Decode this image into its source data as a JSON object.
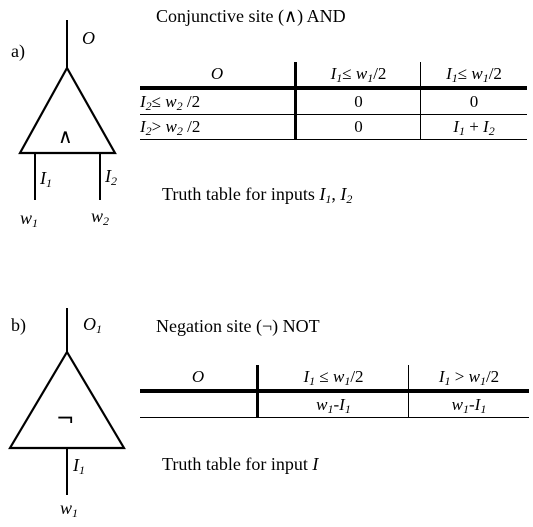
{
  "panel_a": {
    "label": "a)",
    "output": "O",
    "symbol": "∧",
    "input_names": [
      "I",
      "I"
    ],
    "input_subs": [
      "1",
      "2"
    ],
    "weight_names": [
      "w",
      "w"
    ],
    "weight_subs": [
      "1",
      "2"
    ],
    "title": "Conjunctive site (∧) AND",
    "caption_prefix": "Truth table for inputs ",
    "caption_i1": "I",
    "caption_i1_sub": "1",
    "caption_sep": ", ",
    "caption_i2": "I",
    "caption_i2_sub": "2",
    "table": {
      "corner": "O",
      "col1": {
        "i": "I",
        "isub": "1",
        "op": "≤ ",
        "w": "w",
        "wsub": "1",
        "tail": "/2"
      },
      "col2": {
        "i": "I",
        "isub": "1",
        "op": "≤ ",
        "w": "w",
        "wsub": "1",
        "tail": "/2"
      },
      "row1": {
        "i": "I",
        "isub": "2",
        "op": "≤ ",
        "w": "w",
        "wsub": "2",
        "tail": " /2",
        "v1": "0",
        "v2": "0"
      },
      "row2": {
        "i": "I",
        "isub": "2",
        "op": "> ",
        "w": "w",
        "wsub": "2",
        "tail": " /2",
        "v1": "0",
        "v2_a": "I",
        "v2_asub": "1",
        "v2_op": " + ",
        "v2_b": "I",
        "v2_bsub": "2"
      }
    }
  },
  "panel_b": {
    "label": "b)",
    "output": "O",
    "output_sub": "1",
    "symbol": "¬",
    "input_name": "I",
    "input_sub": "1",
    "weight_name": "w",
    "weight_sub": "1",
    "title": "Negation site (¬) NOT",
    "caption_prefix": "Truth table for input ",
    "caption_i": "I",
    "table": {
      "corner": "O",
      "col1": {
        "i": "I",
        "isub": "1",
        "op": " ≤ ",
        "w": "w",
        "wsub": "1",
        "tail": "/2"
      },
      "col2": {
        "i": "I",
        "isub": "1",
        "op": " > ",
        "w": "w",
        "wsub": "1",
        "tail": "/2"
      },
      "row1": {
        "v1_w": "w",
        "v1_wsub": "1",
        "v1_dash": "-",
        "v1_i": "I",
        "v1_isub": "1",
        "v2_w": "w",
        "v2_wsub": "1",
        "v2_dash": "-",
        "v2_i": "I",
        "v2_isub": "1"
      }
    }
  }
}
